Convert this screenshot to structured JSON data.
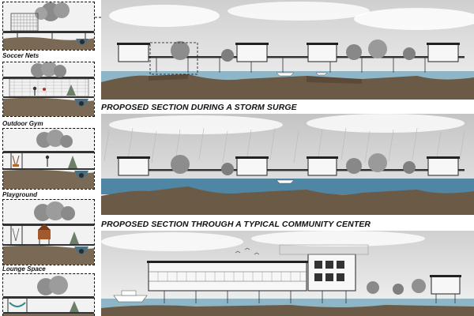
{
  "sidebar": {
    "items": [
      {
        "label": "Soccer Nets",
        "activity": "soccer-net"
      },
      {
        "label": "Outdoor Gym",
        "activity": "outdoor-gym"
      },
      {
        "label": "Playground",
        "activity": "playground"
      },
      {
        "label": "Lounge Space",
        "activity": "lounge"
      }
    ]
  },
  "sections": {
    "typical": {
      "title": ""
    },
    "storm": {
      "title": "PROPOSED SECTION DURING A STORM SURGE"
    },
    "community": {
      "title": "PROPOSED SECTION THROUGH A TYPICAL COMMUNITY CENTER"
    }
  },
  "colors": {
    "water_normal": "#8fb6c6",
    "water_storm": "#4f86a3",
    "soil": "#6b5a45",
    "sky": "#e6e6e6",
    "leader_line": "#111111"
  }
}
